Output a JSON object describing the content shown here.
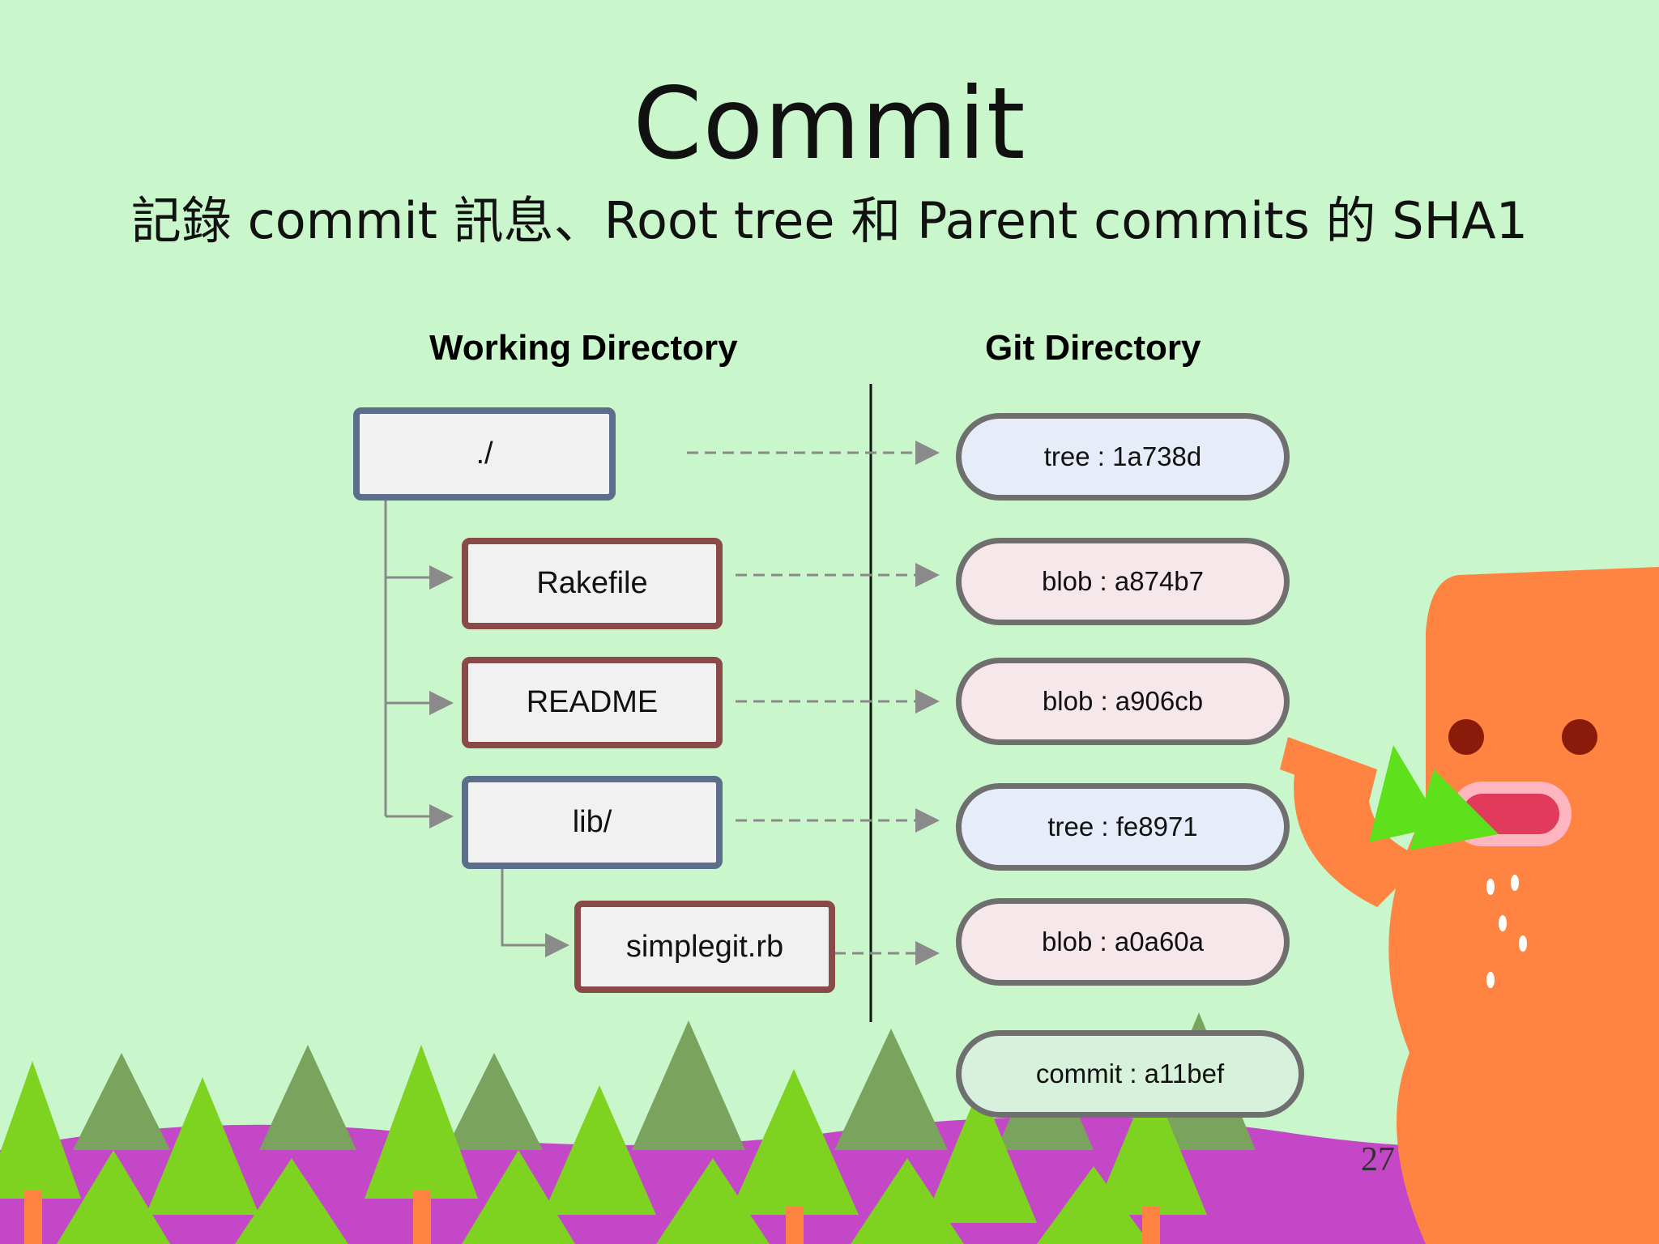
{
  "slide": {
    "title": "Commit",
    "subtitle": "記錄 commit 訊息、Root tree 和 Parent commits 的 SHA1",
    "page_number": "27"
  },
  "diagram": {
    "working_directory_heading": "Working Directory",
    "git_directory_heading": "Git Directory",
    "working_items": {
      "root": "./",
      "rakefile": "Rakefile",
      "readme": "README",
      "lib": "lib/",
      "simplegit": "simplegit.rb"
    },
    "git_objects": {
      "root_tree": "tree : 1a738d",
      "rakefile_blob": "blob : a874b7",
      "readme_blob": "blob : a906cb",
      "lib_tree": "tree :  fe8971",
      "simplegit_blob": "blob : a0a60a",
      "commit": "commit : a11bef"
    }
  },
  "colors": {
    "background": "#c9f7cb",
    "directory_border": "#5b6f8c",
    "file_border": "#8b4a4a",
    "tree_fill": "#e6ecf8",
    "blob_fill": "#f6e7ea",
    "commit_fill": "#d8f1dc",
    "mascot": "#ff8442"
  }
}
